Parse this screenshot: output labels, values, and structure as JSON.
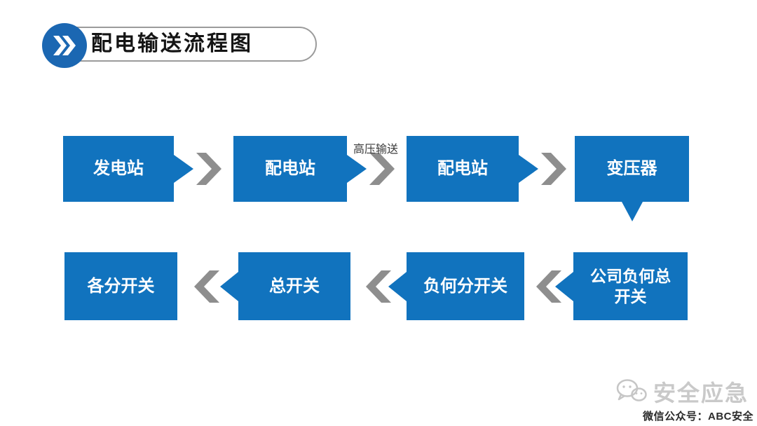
{
  "title": {
    "text": "配电输送流程图",
    "icon": "double-chevron-right"
  },
  "flow": {
    "nodes": [
      {
        "id": "power-station",
        "label": "发电站",
        "pointer": "right"
      },
      {
        "id": "distribution-station-1",
        "label": "配电站",
        "pointer": "right"
      },
      {
        "id": "distribution-station-2",
        "label": "配电站",
        "pointer": "right"
      },
      {
        "id": "transformer",
        "label": "变压器",
        "pointer": "down"
      },
      {
        "id": "branch-switches",
        "label": "各分开关",
        "pointer": "none"
      },
      {
        "id": "main-switch",
        "label": "总开关",
        "pointer": "left"
      },
      {
        "id": "load-branch-switch",
        "label": "负何分开关",
        "pointer": "left"
      },
      {
        "id": "company-load-main-switch",
        "label": "公司负何总开关",
        "pointer": "left"
      }
    ],
    "connector_label": "高压输送",
    "row1_direction": "left-to-right",
    "row2_direction": "right-to-left"
  },
  "colors": {
    "node_blue": "#1173BE",
    "title_circle_blue": "#1B67B2",
    "arrow_gray": "#8E8E8E",
    "connector_label_color": "#3A3A3A",
    "watermark_gray": "#C9C9C9"
  },
  "footer": {
    "brand": "安全应急",
    "caption": "微信公众号：ABC安全"
  }
}
